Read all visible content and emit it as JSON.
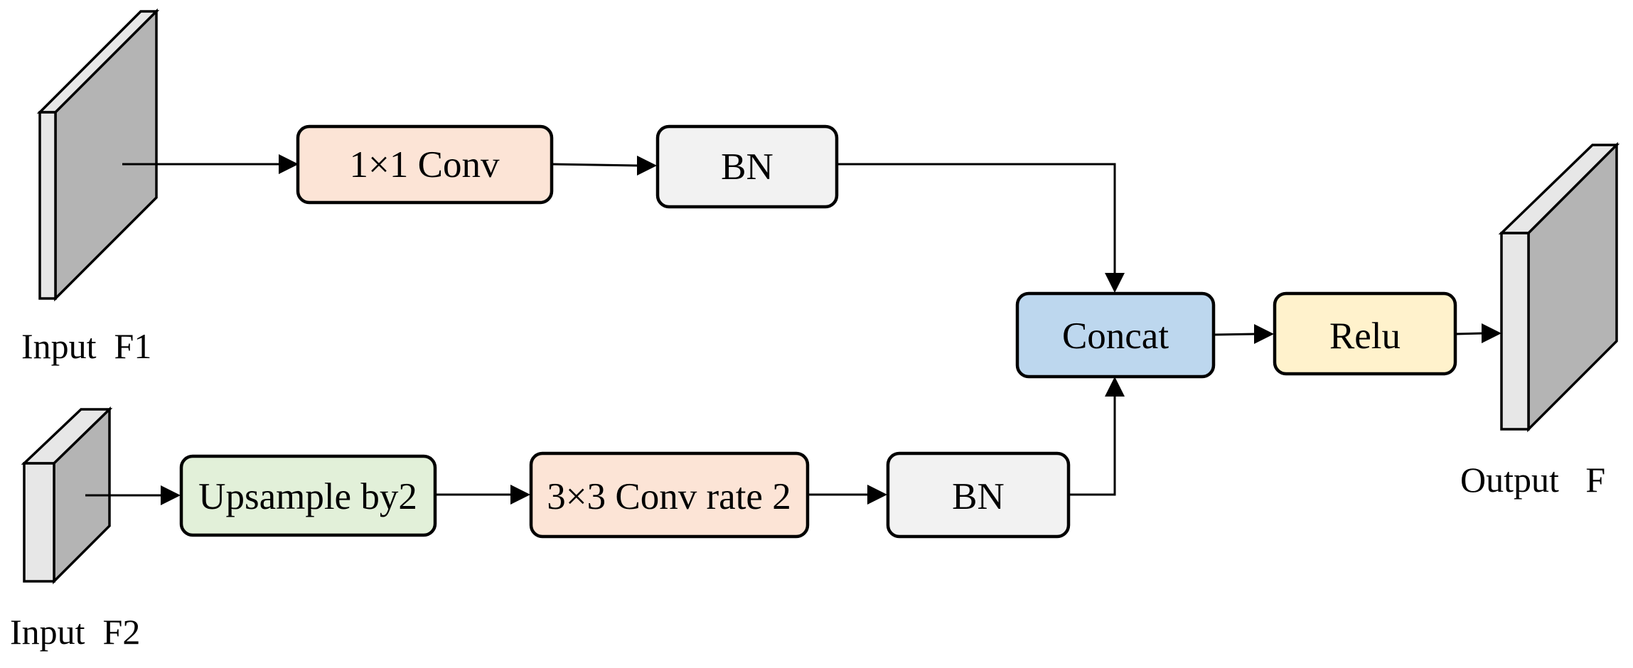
{
  "inputs": {
    "f1_label": "Input  F1",
    "f2_label": "Input  F2"
  },
  "output": {
    "label": "Output   F"
  },
  "blocks": {
    "conv1x1": "1×1 Conv",
    "bn_top": "BN",
    "upsample": "Upsample by2",
    "conv3x3": "3×3 Conv rate 2",
    "bn_bottom": "BN",
    "concat": "Concat",
    "relu": "Relu"
  },
  "colors": {
    "conv": "#fce4d6",
    "bn": "#f2f2f2",
    "upsample": "#e2f0d9",
    "concat": "#bdd7ee",
    "relu": "#fff2cc",
    "slab_front": "#e7e7e7",
    "slab_side": "#b4b4b4"
  }
}
